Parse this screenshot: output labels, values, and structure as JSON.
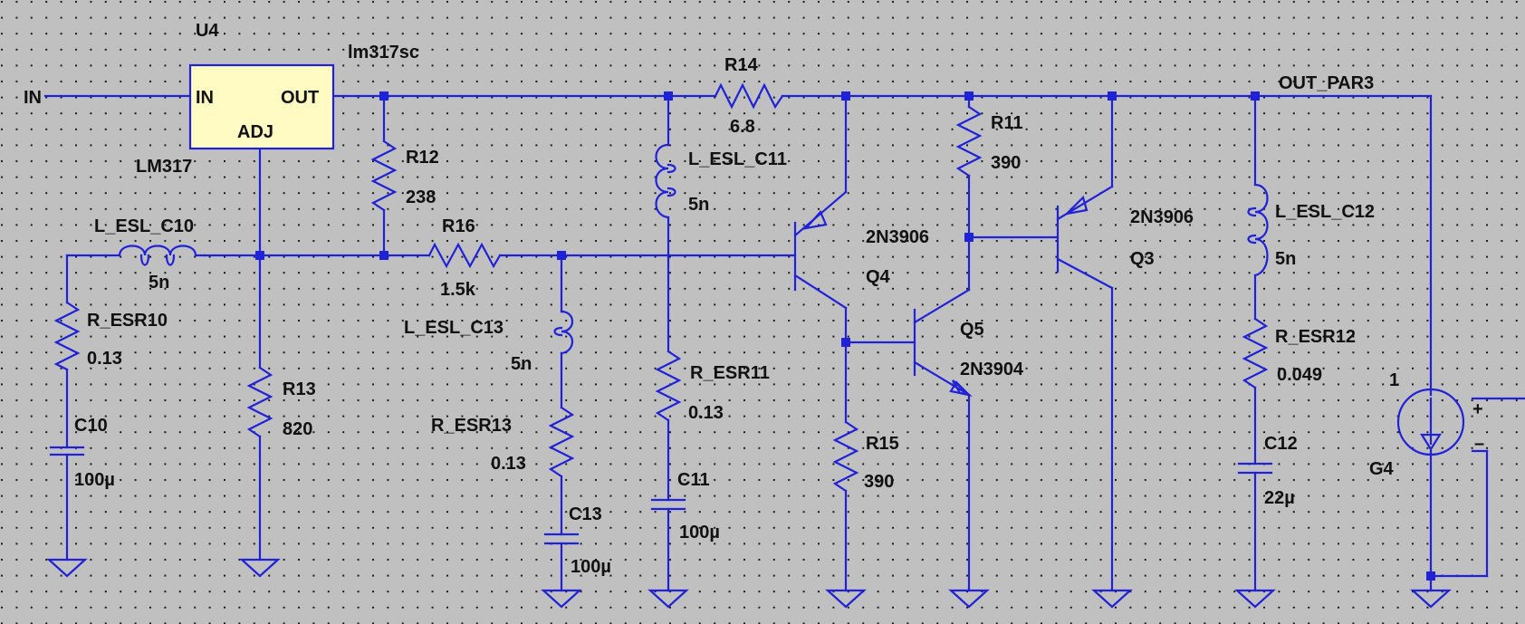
{
  "schematic": {
    "background": "#c0c0c0",
    "wire_color": "#1f22d9",
    "regulator": {
      "ref": "U4",
      "model": "lm317sc",
      "part": "LM317",
      "pin_in": "IN",
      "pin_out": "OUT",
      "pin_adj": "ADJ",
      "fill": "#fffbc2"
    },
    "nets": {
      "input": "IN",
      "output": "OUT_PAR3"
    },
    "components": [
      {
        "ref": "R14",
        "value": "6.8"
      },
      {
        "ref": "R12",
        "value": "238"
      },
      {
        "ref": "R16",
        "value": "1.5k"
      },
      {
        "ref": "R13",
        "value": "820"
      },
      {
        "ref": "L_ESL_C10",
        "value": "5n"
      },
      {
        "ref": "R_ESR10",
        "value": "0.13"
      },
      {
        "ref": "C10",
        "value": "100µ"
      },
      {
        "ref": "L_ESL_C13",
        "value": "5n"
      },
      {
        "ref": "R_ESR13",
        "value": "0.13"
      },
      {
        "ref": "C13",
        "value": "100µ"
      },
      {
        "ref": "L_ESL_C11",
        "value": "5n"
      },
      {
        "ref": "R_ESR11",
        "value": "0.13"
      },
      {
        "ref": "C11",
        "value": "100µ"
      },
      {
        "ref": "Q4",
        "value": "2N3906"
      },
      {
        "ref": "Q5",
        "value": "2N3904"
      },
      {
        "ref": "R15",
        "value": "390"
      },
      {
        "ref": "R11",
        "value": "390"
      },
      {
        "ref": "Q3",
        "value": "2N3906"
      },
      {
        "ref": "L_ESL_C12",
        "value": "5n"
      },
      {
        "ref": "R_ESR12",
        "value": "0.049"
      },
      {
        "ref": "C12",
        "value": "22µ"
      },
      {
        "ref": "G4",
        "value": "1",
        "plus": "+",
        "minus": "–"
      }
    ]
  }
}
